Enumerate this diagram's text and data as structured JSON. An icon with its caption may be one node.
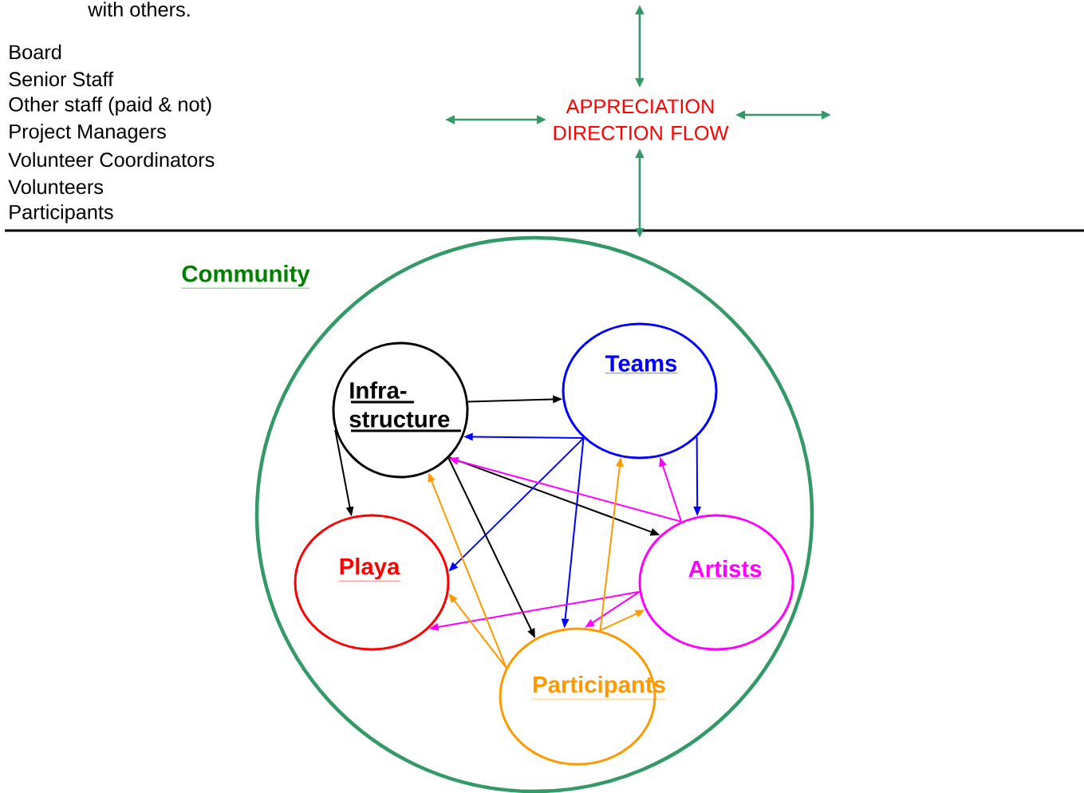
{
  "diagram": {
    "nodes": [
      {
        "text": [
          "Community"
        ]
      },
      {
        "text": [
          "Infra- structure"
        ],
        "in": 0
      },
      {
        "text": [
          "Teams"
        ],
        "in": 0
      },
      {
        "text": [
          "Playa"
        ],
        "in": 0
      },
      {
        "text": [
          "Artists"
        ],
        "in": 0
      },
      {
        "text": [
          "Participants"
        ],
        "in": 0
      }
    ],
    "edges": [
      {
        "from": 1,
        "to": 2,
        "arrow": "to"
      },
      {
        "from": 1,
        "to": 3,
        "arrow": "to"
      },
      {
        "from": 1,
        "to": 4,
        "arrow": "to"
      },
      {
        "from": 1,
        "to": 5,
        "arrow": "to"
      },
      {
        "from": 2,
        "to": 1,
        "arrow": "to",
        "color": "#0000ff"
      },
      {
        "from": 2,
        "to": 3,
        "arrow": "to",
        "color": "#0000ff"
      },
      {
        "from": 2,
        "to": 5,
        "arrow": "to",
        "color": "#0000ff"
      },
      {
        "from": 2,
        "to": 4,
        "arrow": "to",
        "color": "#0000ff"
      },
      {
        "from": 4,
        "to": 1,
        "arrow": "to",
        "color": "#ff00ff"
      },
      {
        "from": 4,
        "to": 2,
        "arrow": "to",
        "color": "#ff00ff"
      },
      {
        "from": 4,
        "to": 3,
        "arrow": "to",
        "color": "#ff00ff"
      },
      {
        "from": 4,
        "to": 5,
        "arrow": "to",
        "color": "#ff00ff"
      },
      {
        "from": 5,
        "to": 1,
        "arrow": "to",
        "color": "#ff9900"
      },
      {
        "from": 5,
        "to": 3,
        "arrow": "to",
        "color": "#ff9900"
      },
      {
        "from": 5,
        "to": 2,
        "arrow": "to",
        "color": "#ff9900"
      },
      {
        "from": 5,
        "to": 4,
        "arrow": "to",
        "color": "#ff9900"
      }
    ],
    "labels": [
      "with others.",
      "Board",
      "Senior Staff",
      "Other staff (paid & not)",
      "Project Managers",
      "Volunteer Coordinators",
      "Volunteers",
      "Participants",
      "APPRECIATION DIRECTION FLOW"
    ]
  }
}
